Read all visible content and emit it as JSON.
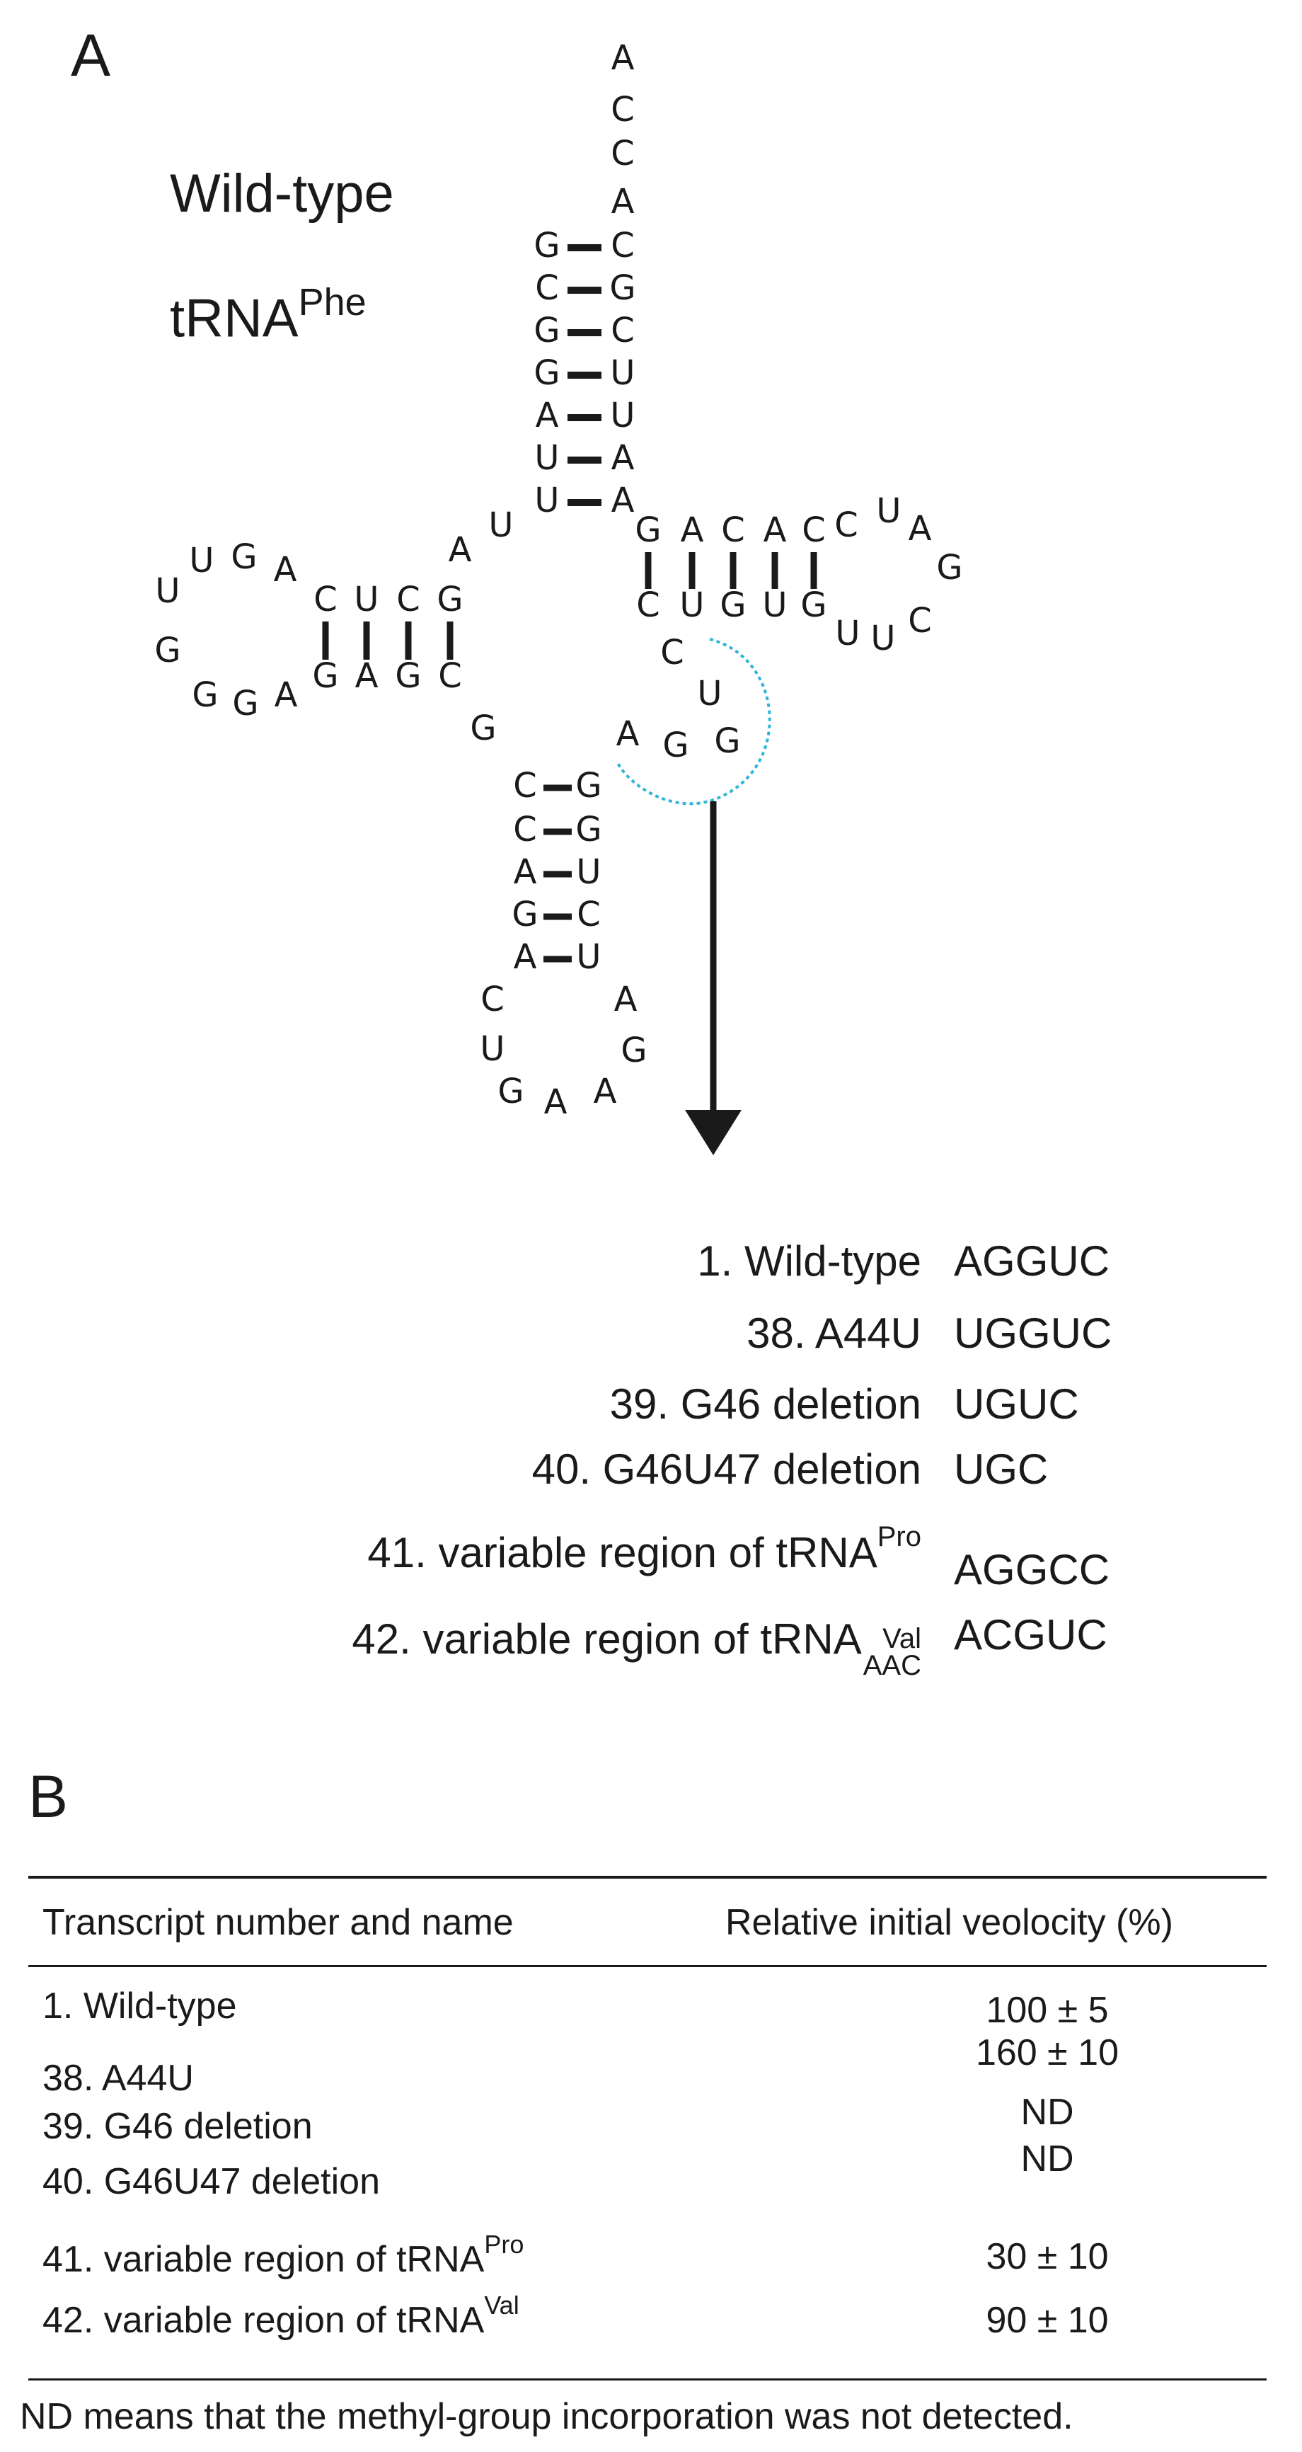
{
  "panel_a": {
    "label": "A",
    "title_line1": "Wild-type",
    "title_line2_base": "tRNA",
    "title_line2_sup": "Phe",
    "nucleotides": [
      {
        "id": "acc-1",
        "ch": "A"
      },
      {
        "id": "acc-2",
        "ch": "C"
      },
      {
        "id": "acc-3",
        "ch": "C"
      },
      {
        "id": "acc-4",
        "ch": "A"
      },
      {
        "id": "acc-l1",
        "ch": "G"
      },
      {
        "id": "acc-l2",
        "ch": "C"
      },
      {
        "id": "acc-l3",
        "ch": "G"
      },
      {
        "id": "acc-l4",
        "ch": "G"
      },
      {
        "id": "acc-l5",
        "ch": "A"
      },
      {
        "id": "acc-l6",
        "ch": "U"
      },
      {
        "id": "acc-l7",
        "ch": "U"
      },
      {
        "id": "acc-r1",
        "ch": "C"
      },
      {
        "id": "acc-r2",
        "ch": "G"
      },
      {
        "id": "acc-r3",
        "ch": "C"
      },
      {
        "id": "acc-r4",
        "ch": "U"
      },
      {
        "id": "acc-r5",
        "ch": "U"
      },
      {
        "id": "acc-r6",
        "ch": "A"
      },
      {
        "id": "acc-r7",
        "ch": "A"
      },
      {
        "id": "j-a",
        "ch": "A"
      },
      {
        "id": "j-u",
        "ch": "U"
      },
      {
        "id": "d-t1",
        "ch": "C"
      },
      {
        "id": "d-t2",
        "ch": "U"
      },
      {
        "id": "d-t3",
        "ch": "C"
      },
      {
        "id": "d-t4",
        "ch": "G"
      },
      {
        "id": "d-b1",
        "ch": "G"
      },
      {
        "id": "d-b2",
        "ch": "A"
      },
      {
        "id": "d-b3",
        "ch": "G"
      },
      {
        "id": "d-b4",
        "ch": "C"
      },
      {
        "id": "dl-1",
        "ch": "A"
      },
      {
        "id": "dl-2",
        "ch": "G"
      },
      {
        "id": "dl-3",
        "ch": "U"
      },
      {
        "id": "dl-4",
        "ch": "U"
      },
      {
        "id": "dl-5",
        "ch": "G"
      },
      {
        "id": "dl-6",
        "ch": "G"
      },
      {
        "id": "dl-7",
        "ch": "G"
      },
      {
        "id": "dl-8",
        "ch": "A"
      },
      {
        "id": "j-g",
        "ch": "G"
      },
      {
        "id": "t-t1",
        "ch": "G"
      },
      {
        "id": "t-t2",
        "ch": "A"
      },
      {
        "id": "t-t3",
        "ch": "C"
      },
      {
        "id": "t-t4",
        "ch": "A"
      },
      {
        "id": "t-t5",
        "ch": "C"
      },
      {
        "id": "t-b1",
        "ch": "C"
      },
      {
        "id": "t-b2",
        "ch": "U"
      },
      {
        "id": "t-b3",
        "ch": "G"
      },
      {
        "id": "t-b4",
        "ch": "U"
      },
      {
        "id": "t-b5",
        "ch": "G"
      },
      {
        "id": "tl-1",
        "ch": "C"
      },
      {
        "id": "tl-2",
        "ch": "U"
      },
      {
        "id": "tl-3",
        "ch": "A"
      },
      {
        "id": "tl-4",
        "ch": "G"
      },
      {
        "id": "tl-5",
        "ch": "C"
      },
      {
        "id": "tl-6",
        "ch": "U"
      },
      {
        "id": "tl-7",
        "ch": "U"
      },
      {
        "id": "v-c",
        "ch": "C"
      },
      {
        "id": "v-u",
        "ch": "U"
      },
      {
        "id": "v-g1",
        "ch": "G"
      },
      {
        "id": "v-g2",
        "ch": "G"
      },
      {
        "id": "v-a",
        "ch": "A"
      },
      {
        "id": "ac-l1",
        "ch": "C"
      },
      {
        "id": "ac-l2",
        "ch": "C"
      },
      {
        "id": "ac-l3",
        "ch": "A"
      },
      {
        "id": "ac-l4",
        "ch": "G"
      },
      {
        "id": "ac-l5",
        "ch": "A"
      },
      {
        "id": "ac-r1",
        "ch": "G"
      },
      {
        "id": "ac-r2",
        "ch": "G"
      },
      {
        "id": "ac-r3",
        "ch": "U"
      },
      {
        "id": "ac-r4",
        "ch": "C"
      },
      {
        "id": "ac-r5",
        "ch": "U"
      },
      {
        "id": "acl-1",
        "ch": "C"
      },
      {
        "id": "acl-2",
        "ch": "U"
      },
      {
        "id": "acl-3",
        "ch": "G"
      },
      {
        "id": "acl-4",
        "ch": "A"
      },
      {
        "id": "acl-5",
        "ch": "A"
      },
      {
        "id": "acl-6",
        "ch": "G"
      },
      {
        "id": "acl-7",
        "ch": "A"
      }
    ],
    "mutants": [
      {
        "name": "1. Wild-type",
        "seq": "AGGUC"
      },
      {
        "name": "38. A44U",
        "seq": "UGGUC"
      },
      {
        "name": "39. G46 deletion",
        "seq": "UGUC"
      },
      {
        "name": "40. G46U47 deletion",
        "seq": "UGC"
      },
      {
        "name": "41. variable region of tRNA",
        "name_sup": "Pro",
        "seq": "AGGCC"
      },
      {
        "name": "42. variable region of tRNA",
        "name_sup": "Val",
        "name_sub": "AAC",
        "seq": "ACGUC"
      }
    ],
    "colors": {
      "ink": "#1a1a1a",
      "highlight_arc": "#2fb5d6"
    }
  },
  "panel_b": {
    "label": "B",
    "table": {
      "headers": [
        "Transcript number and name",
        "Relative initial veolocity (%)"
      ],
      "rows": [
        {
          "name": "1. Wild-type",
          "value": "100 ± 5"
        },
        {
          "name": "38. A44U",
          "value": "160 ± 10"
        },
        {
          "name": "39. G46 deletion",
          "value": "ND"
        },
        {
          "name": "40. G46U47 deletion",
          "value": "ND"
        },
        {
          "name": "41. variable region of tRNA",
          "name_sup": "Pro",
          "value": "30 ± 10"
        },
        {
          "name": "42. variable region of tRNA",
          "name_sup": "Val",
          "value": "90 ± 10"
        }
      ]
    },
    "footnote": "ND means that the methyl-group incorporation was not detected."
  }
}
